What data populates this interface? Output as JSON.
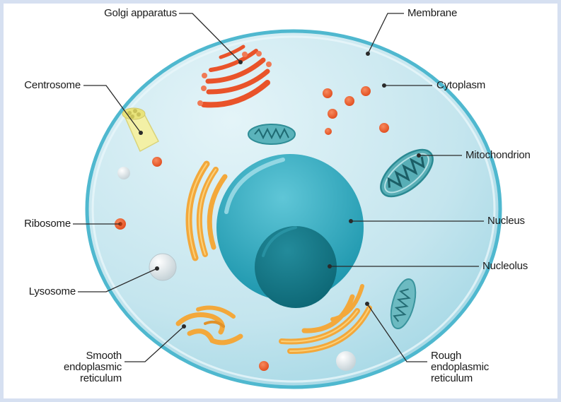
{
  "labels": {
    "golgi": "Golgi apparatus",
    "membrane": "Membrane",
    "centrosome": "Centrosome",
    "cytoplasm": "Cytoplasm",
    "mitochondrion": "Mitochondrion",
    "ribosome": "Ribosome",
    "nucleus": "Nucleus",
    "nucleolus": "Nucleolus",
    "lysosome": "Lysosome",
    "smooth_er_line1": "Smooth",
    "smooth_er_line2": "endoplasmic",
    "smooth_er_line3": "reticulum",
    "rough_er_line1": "Rough",
    "rough_er_line2": "endoplasmic",
    "rough_er_line3": "reticulum"
  },
  "colors": {
    "frame": "#d6e0f1",
    "cytoplasm": "#c6e6ef",
    "membrane": "#4fb8cf",
    "nucleus": "#2aa8bf",
    "nucleolus": "#0f7483",
    "organelle_orange": "#e9532a",
    "er_yellow": "#f3a83b",
    "mitochondrion": "#4aa4ad"
  }
}
